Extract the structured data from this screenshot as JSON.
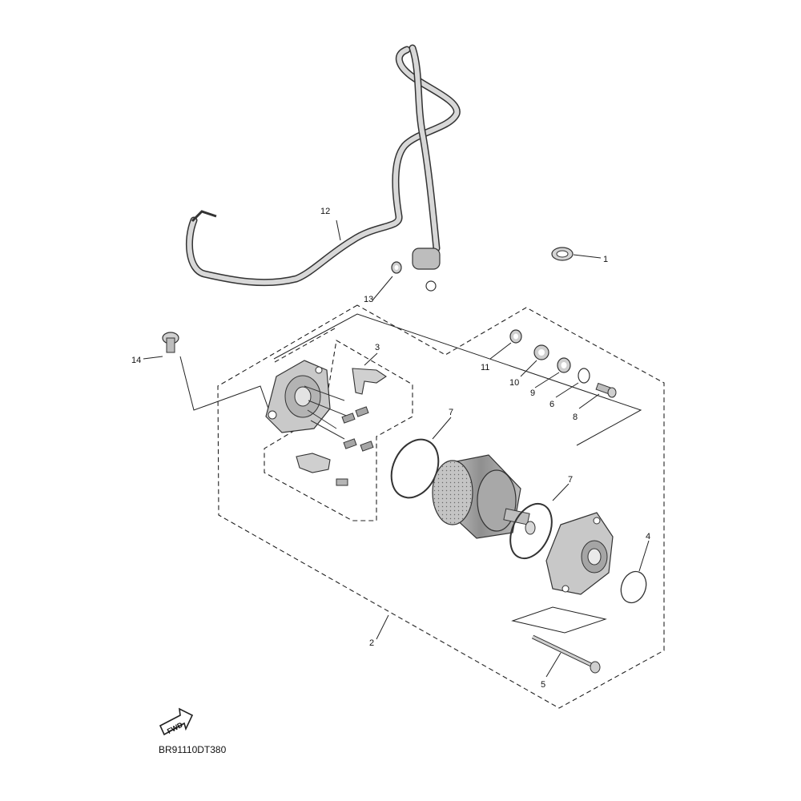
{
  "diagram": {
    "callouts": {
      "c1": "1",
      "c2": "2",
      "c3": "3",
      "c4": "4",
      "c5": "5",
      "c6": "6",
      "c7a": "7",
      "c7b": "7",
      "c8": "8",
      "c9": "9",
      "c10": "10",
      "c11": "11",
      "c12": "12",
      "c13": "13",
      "c14": "14"
    },
    "fwd_label": "FWD",
    "drawing_code": "BR91110DT380",
    "colors": {
      "line": "#222222",
      "part_fill": "#cfcfcf",
      "part_dark": "#9a9a9a",
      "background": "#ffffff"
    }
  }
}
